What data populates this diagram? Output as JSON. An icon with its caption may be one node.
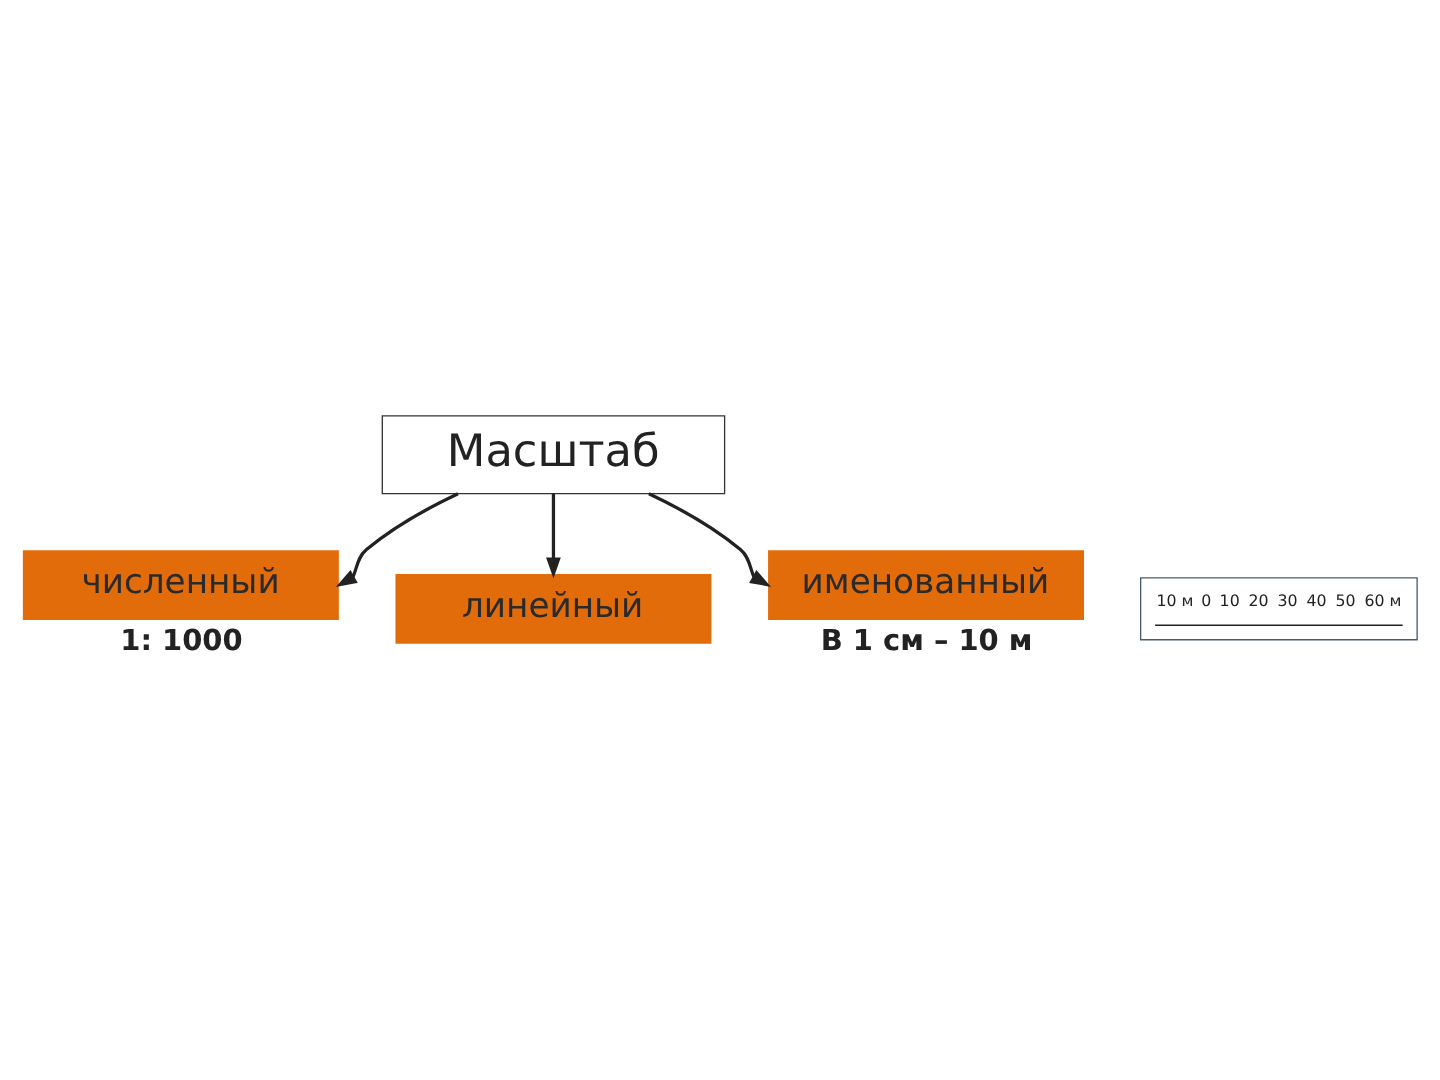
{
  "diagram": {
    "nodes": [
      {
        "text": [
          "Масштаб"
        ]
      },
      {
        "text": [
          "численный"
        ],
        "beside": [
          "1: 1000"
        ]
      },
      {
        "text": [
          "линейный"
        ]
      },
      {
        "text": [
          "10 м",
          "0",
          "10",
          "20",
          "30",
          "40",
          "50",
          "60 м"
        ]
      },
      {
        "text": [
          "именованный"
        ],
        "beside": [
          "В 1 см – 10 м"
        ]
      }
    ],
    "edges": [
      {
        "from": 0,
        "to": 1,
        "arrow": "to"
      },
      {
        "from": 0,
        "to": 4,
        "arrow": "to"
      },
      {
        "from": 0,
        "to": 2,
        "arrow": "to"
      }
    ]
  }
}
